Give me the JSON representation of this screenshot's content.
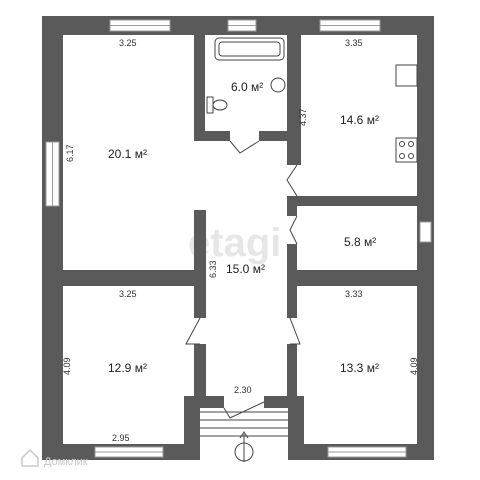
{
  "rooms": {
    "living_room": {
      "area": "20.1 м²",
      "width": "3.25",
      "height": "6.17"
    },
    "bathroom": {
      "area": "6.0 м²"
    },
    "kitchen": {
      "area": "14.6 м²",
      "width": "3.35",
      "height": "4.37"
    },
    "small_room": {
      "area": "5.8 м²"
    },
    "hall": {
      "area": "15.0 м²",
      "height": "6.33",
      "width": "2.30"
    },
    "bedroom_left": {
      "area": "12.9 м²",
      "width": "3.25",
      "height": "4.09",
      "bottom_width": "2.95"
    },
    "bedroom_right": {
      "area": "13.3 м²",
      "width": "3.33",
      "height": "4.09"
    }
  },
  "watermark": {
    "text": "etagi"
  },
  "logo": {
    "text": "Домклик"
  },
  "colors": {
    "wall": "#5a5a5a",
    "window": "#ffffff",
    "door": "#444444"
  }
}
